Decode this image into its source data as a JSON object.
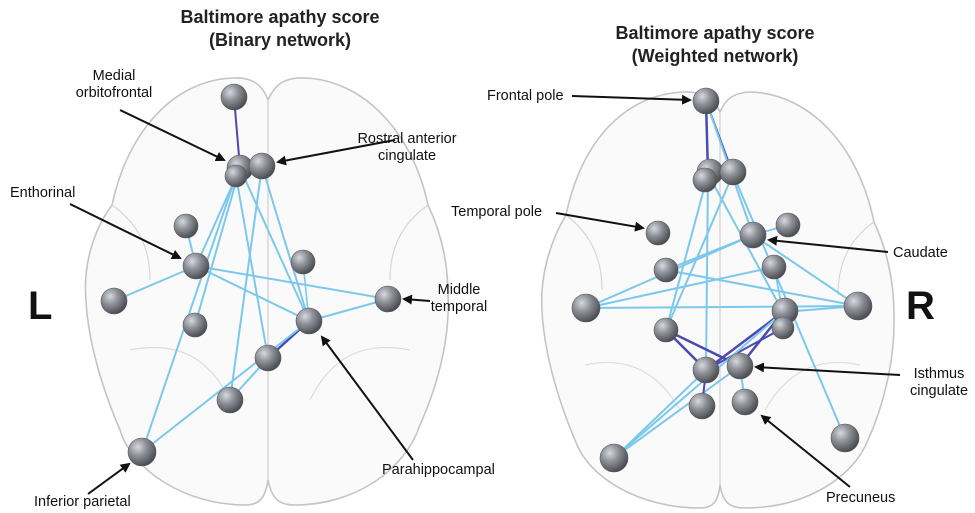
{
  "left_panel": {
    "title_line1": "Baltimore apathy score",
    "title_line2": "(Binary network)",
    "hemisphere_label": "L",
    "labels": {
      "medial_orbitofrontal_1": "Medial",
      "medial_orbitofrontal_2": "orbitofrontal",
      "rostral_anterior_cingulate_1": "Rostral anterior",
      "rostral_anterior_cingulate_2": "cingulate",
      "enthorinal": "Enthorinal",
      "middle_temporal_1": "Middle",
      "middle_temporal_2": "temporal",
      "parahippocampal": "Parahippocampal",
      "inferior_parietal": "Inferior parietal"
    }
  },
  "right_panel": {
    "title_line1": "Baltimore apathy score",
    "title_line2": "(Weighted network)",
    "hemisphere_label": "R",
    "labels": {
      "frontal_pole": "Frontal pole",
      "temporal_pole": "Temporal pole",
      "caudate": "Caudate",
      "isthmus_cingulate_1": "Isthmus",
      "isthmus_cingulate_2": "cingulate",
      "precuneus": "Precuneus"
    }
  },
  "colors": {
    "edge_light": "#7cc8ec",
    "edge_dark": "#4a4ab0",
    "node": "#8a8c93",
    "brain_outline": "#c4c4c4"
  }
}
